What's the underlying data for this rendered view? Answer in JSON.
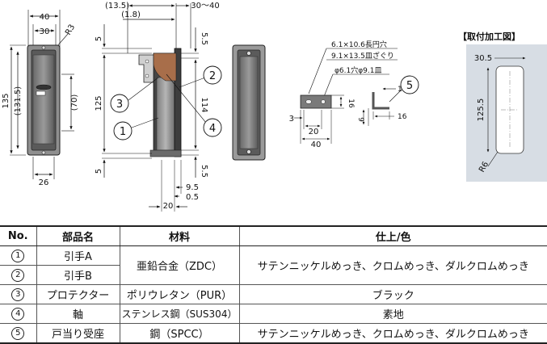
{
  "front_view": {
    "width_outer": "40",
    "width_inner": "30",
    "corner_radius": "R3",
    "height_total": "135",
    "height_inner": "(131.5)",
    "pocket_height": "(70)",
    "bottom_width": "26"
  },
  "side_view": {
    "top_a": "(13.5)",
    "top_b": "(1.8)",
    "top_range": "30～40",
    "left_top": "5",
    "left_mid": "125",
    "left_bot": "5",
    "right_top": "5.5",
    "right_mid": "114",
    "right_bot": "5.5",
    "bottom_a": "9.5",
    "bottom_b": "0.5",
    "bottom_c": "20"
  },
  "bracket": {
    "note1": "6.1×10.6長円穴",
    "note2": "9.1×13.5皿ざぐり",
    "note3": "φ6.1穴φ9.1皿",
    "dim_3": "3",
    "dim_20": "20",
    "dim_40": "40",
    "dim_16": "16",
    "dim_1": "1",
    "dim_9": "9",
    "dim_16b": "16"
  },
  "cutout": {
    "title": "【取付加工図】",
    "width": "30.5",
    "height": "125.5",
    "radius": "R6"
  },
  "callouts": [
    "1",
    "2",
    "3",
    "4",
    "5"
  ],
  "parts_table": {
    "headers": {
      "no": "No.",
      "name": "部品名",
      "material": "材料",
      "finish": "仕上/色"
    },
    "rows": [
      {
        "no": "1",
        "name": "引手A",
        "material": "亜鉛合金（ZDC）",
        "finish": "サテンニッケルめっき、クロムめっき、ダルクロムめっき"
      },
      {
        "no": "2",
        "name": "引手B",
        "material": "",
        "finish": ""
      },
      {
        "no": "3",
        "name": "プロテクター",
        "material": "ポリウレタン（PUR）",
        "finish": "ブラック"
      },
      {
        "no": "4",
        "name": "軸",
        "material": "ステンレス鋼（SUS304）",
        "finish": "素地"
      },
      {
        "no": "5",
        "name": "戸当り受座",
        "material": "鋼（SPCC）",
        "finish": "サテンニッケルめっき、クロムめっき、ダルクロムめっき"
      }
    ]
  }
}
